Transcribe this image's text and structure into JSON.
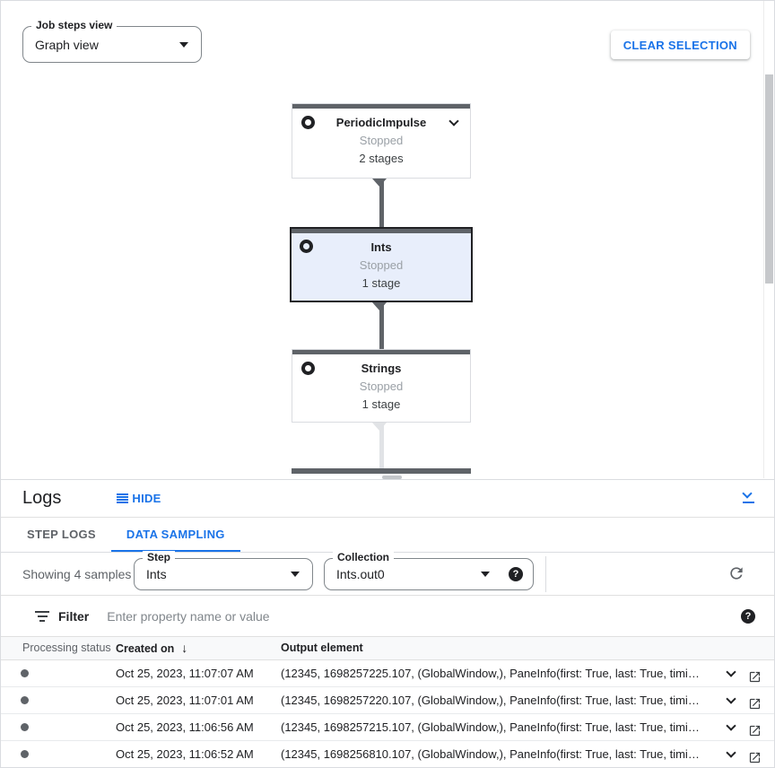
{
  "toolbar": {
    "job_steps_view": {
      "label": "Job steps view",
      "value": "Graph view"
    },
    "clear_selection_label": "CLEAR SELECTION"
  },
  "graph": {
    "nodes": [
      {
        "title": "PeriodicImpulse",
        "status": "Stopped",
        "stages": "2 stages",
        "selected": false
      },
      {
        "title": "Ints",
        "status": "Stopped",
        "stages": "1 stage",
        "selected": true
      },
      {
        "title": "Strings",
        "status": "Stopped",
        "stages": "1 stage",
        "selected": false
      }
    ]
  },
  "logs_panel": {
    "title": "Logs",
    "hide_label": "HIDE",
    "tabs": [
      {
        "label": "STEP LOGS",
        "active": false
      },
      {
        "label": "DATA SAMPLING",
        "active": true
      }
    ],
    "samples_summary": "Showing 4 samples",
    "step_select": {
      "label": "Step",
      "value": "Ints"
    },
    "collection_select": {
      "label": "Collection",
      "value": "Ints.out0"
    },
    "help_glyph": "?",
    "filter": {
      "label": "Filter",
      "placeholder": "Enter property name or value"
    },
    "table": {
      "columns": {
        "status": "Processing status",
        "created": "Created on",
        "output": "Output element"
      },
      "sort_arrow": "↓",
      "rows": [
        {
          "created_on": "Oct 25, 2023, 11:07:07 AM",
          "output_element": "(12345, 1698257225.107, (GlobalWindow,), PaneInfo(first: True, last: True, timing…"
        },
        {
          "created_on": "Oct 25, 2023, 11:07:01 AM",
          "output_element": "(12345, 1698257220.107, (GlobalWindow,), PaneInfo(first: True, last: True, timing…"
        },
        {
          "created_on": "Oct 25, 2023, 11:06:56 AM",
          "output_element": "(12345, 1698257215.107, (GlobalWindow,), PaneInfo(first: True, last: True, timing…"
        },
        {
          "created_on": "Oct 25, 2023, 11:06:52 AM",
          "output_element": "(12345, 1698256810.107, (GlobalWindow,), PaneInfo(first: True, last: True, timing…"
        }
      ]
    }
  },
  "icons": {
    "node": "composite-step-ring-icon",
    "hide": "lines-icon",
    "collapse": "collapse-panel-icon",
    "refresh": "refresh-icon",
    "help": "help-icon",
    "filter": "filter-list-icon",
    "row_expand": "chevron-down-icon",
    "row_open": "open-in-new-icon"
  },
  "colors": {
    "accent_blue": "#1a73e8",
    "node_top_bar": "#5f6368",
    "selected_node_bg": "#e8eefb",
    "stopped_text": "#9aa0a6",
    "border": "#dadce0",
    "table_header_bg": "#f8f9fa"
  }
}
